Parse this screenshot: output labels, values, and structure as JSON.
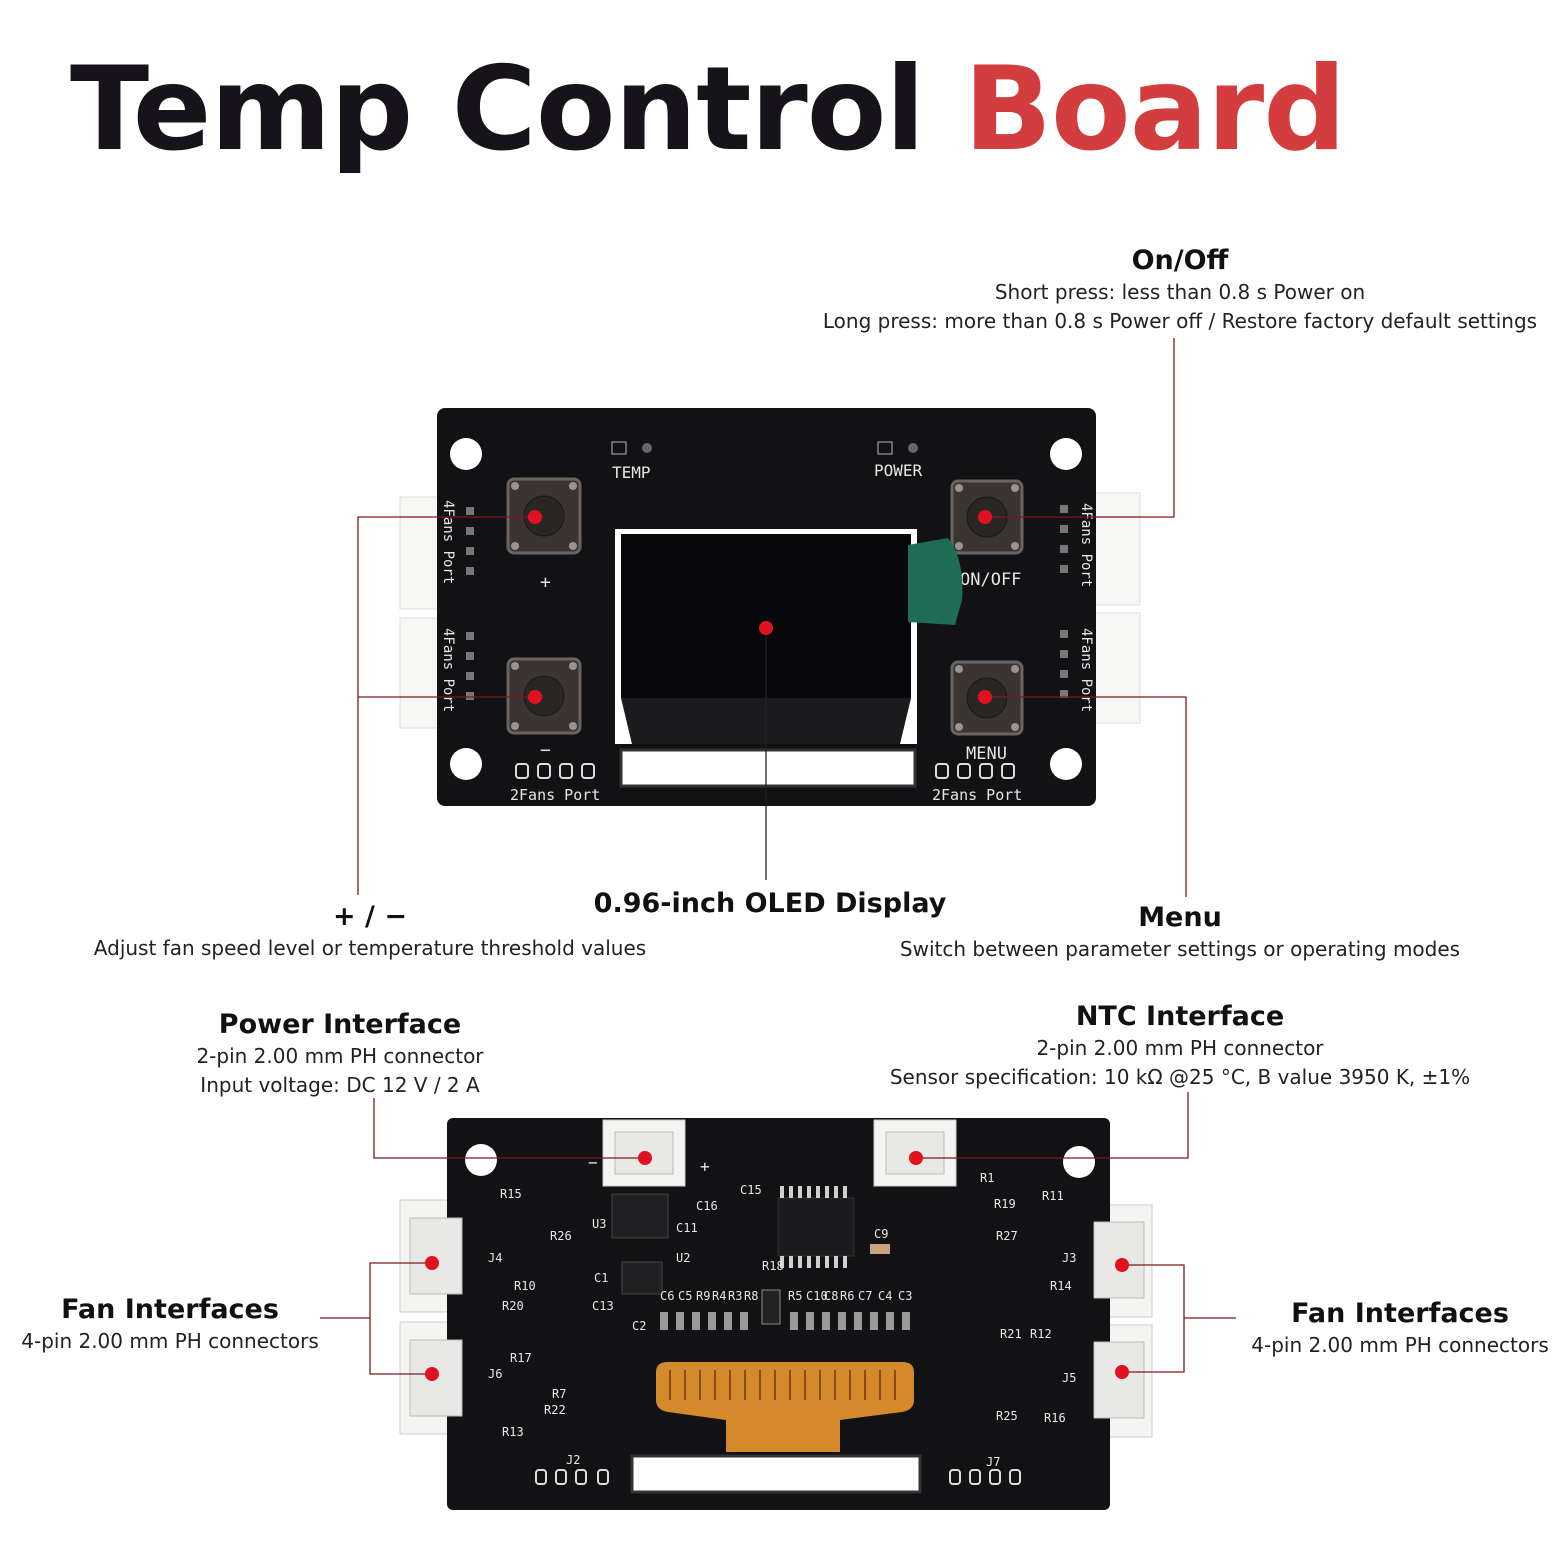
{
  "title": {
    "part1": "Temp Control",
    "part2": "Board"
  },
  "colors": {
    "accent": "#d43d3d",
    "pcb": "#121214",
    "marker": "#e0121f",
    "leader": "#7a1a1a"
  },
  "callouts": {
    "onoff": {
      "heading": "On/Off",
      "line1": "Short press: less than 0.8 s Power on",
      "line2": "Long press: more than 0.8 s  Power off / Restore factory default settings"
    },
    "plusminus": {
      "heading": "+ / −",
      "line1": "Adjust fan speed level or temperature threshold values"
    },
    "oled": {
      "heading": "0.96-inch OLED Display"
    },
    "menu": {
      "heading": "Menu",
      "line1": "Switch between parameter settings or operating modes"
    },
    "power": {
      "heading": "Power Interface",
      "line1": "2-pin 2.00 mm PH connector",
      "line2": "Input voltage: DC 12 V / 2 A"
    },
    "ntc": {
      "heading": "NTC Interface",
      "line1": "2-pin 2.00 mm PH connector",
      "line2": "Sensor specification: 10 kΩ @25 °C, B value 3950 K, ±1%"
    },
    "fan_left": {
      "heading": "Fan Interfaces",
      "line1": "4-pin 2.00 mm PH connectors"
    },
    "fan_right": {
      "heading": "Fan Interfaces",
      "line1": "4-pin 2.00 mm PH connectors"
    }
  },
  "front_silk": {
    "temp": "TEMP",
    "power": "POWER",
    "plus": "+",
    "minus": "−",
    "onoff": "ON/OFF",
    "menu": "MENU",
    "fans4": "4Fans Port",
    "fans2": "2Fans Port"
  },
  "back_silk": [
    "R15",
    "R26",
    "U3",
    "C16",
    "C11",
    "C15",
    "C9",
    "R19",
    "R11",
    "R27",
    "J4",
    "R20",
    "R10",
    "U2",
    "C1",
    "C13",
    "C6",
    "C2",
    "C5",
    "R9",
    "R4",
    "R3",
    "R8",
    "R18",
    "R5",
    "C10",
    "C8",
    "R6",
    "C7",
    "C4",
    "C3",
    "J3",
    "R14",
    "R21",
    "R12",
    "J6",
    "R17",
    "R7",
    "R22",
    "R13",
    "J2",
    "R25",
    "J5",
    "R16",
    "J7",
    "R1",
    "−",
    "+"
  ]
}
